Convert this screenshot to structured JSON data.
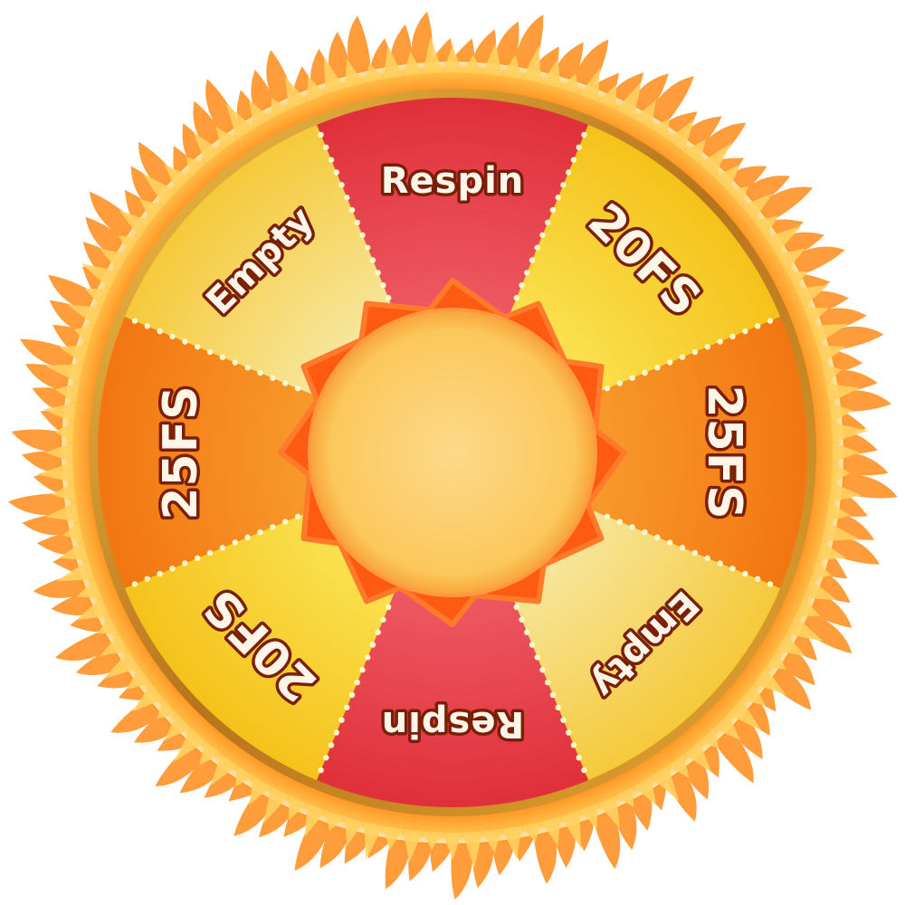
{
  "wheel": {
    "segments": [
      {
        "label": "Respin",
        "color": "#e0303a",
        "highlight": "#f0606a"
      },
      {
        "label": "20FS",
        "color": "#f5c21b",
        "highlight": "#fbe75a"
      },
      {
        "label": "25FS",
        "color": "#f27612",
        "highlight": "#f9a030"
      },
      {
        "label": "Empty",
        "color": "#f5c93a",
        "highlight": "#f7ecb0"
      },
      {
        "label": "Respin",
        "color": "#e0303a",
        "highlight": "#f0606a"
      },
      {
        "label": "20FS",
        "color": "#f5c21b",
        "highlight": "#fbe75a"
      },
      {
        "label": "25FS",
        "color": "#f27612",
        "highlight": "#f9a030"
      },
      {
        "label": "Empty",
        "color": "#f5c93a",
        "highlight": "#f7ecb0"
      }
    ],
    "rim_color": "#c98a1e",
    "fire_color": "#ff8c1a",
    "hub_fill": "#fdd37a",
    "hub_border": "#ff5a12",
    "divider_dot_color": "#fff7c8"
  }
}
